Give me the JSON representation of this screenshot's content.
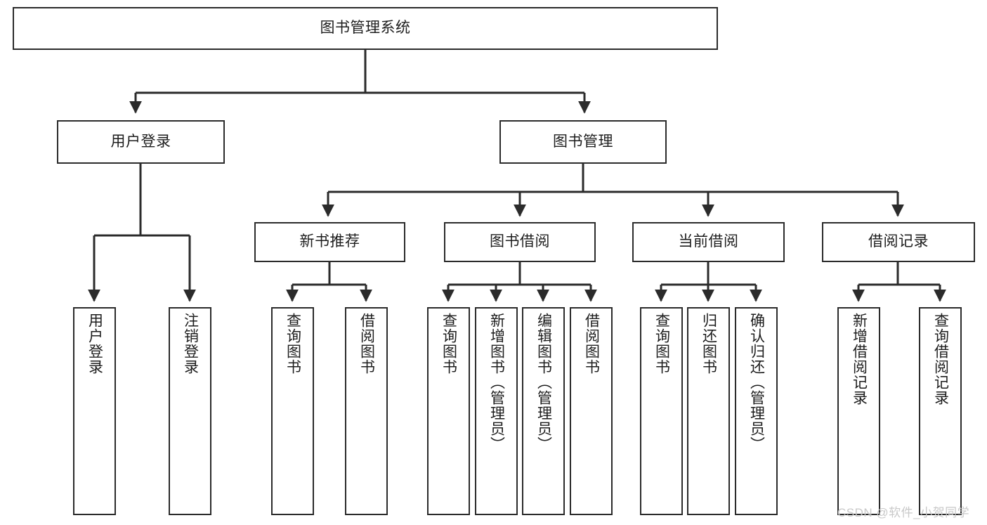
{
  "diagram": {
    "type": "hierarchy-tree",
    "title": "图书管理系统",
    "orientation": "top-down",
    "levels": 3,
    "root": {
      "id": "root",
      "label": "图书管理系统"
    },
    "level1": [
      {
        "id": "user-login",
        "label": "用户登录"
      },
      {
        "id": "book-management",
        "label": "图书管理"
      }
    ],
    "level2": [
      {
        "id": "new-book-recommend",
        "label": "新书推荐",
        "parent": "book-management"
      },
      {
        "id": "book-borrow",
        "label": "图书借阅",
        "parent": "book-management"
      },
      {
        "id": "current-borrow",
        "label": "当前借阅",
        "parent": "book-management"
      },
      {
        "id": "borrow-record",
        "label": "借阅记录",
        "parent": "book-management"
      }
    ],
    "leaves": [
      {
        "id": "leaf-user-login",
        "label": "用户登录",
        "parent": "user-login"
      },
      {
        "id": "leaf-logout-login",
        "label": "注销登录",
        "parent": "user-login"
      },
      {
        "id": "leaf-query-book-1",
        "label": "查询图书",
        "parent": "new-book-recommend"
      },
      {
        "id": "leaf-borrow-book-1",
        "label": "借阅图书",
        "parent": "new-book-recommend"
      },
      {
        "id": "leaf-query-book-2",
        "label": "查询图书",
        "parent": "book-borrow"
      },
      {
        "id": "leaf-add-book",
        "label": "新增图书（管理员）",
        "parent": "book-borrow"
      },
      {
        "id": "leaf-edit-book",
        "label": "编辑图书（管理员）",
        "parent": "book-borrow"
      },
      {
        "id": "leaf-borrow-book-2",
        "label": "借阅图书",
        "parent": "book-borrow"
      },
      {
        "id": "leaf-query-book-3",
        "label": "查询图书",
        "parent": "current-borrow"
      },
      {
        "id": "leaf-return-book",
        "label": "归还图书",
        "parent": "current-borrow"
      },
      {
        "id": "leaf-confirm-return",
        "label": "确认归还（管理员）",
        "parent": "current-borrow"
      },
      {
        "id": "leaf-add-record",
        "label": "新增借阅记录",
        "parent": "borrow-record"
      },
      {
        "id": "leaf-query-record",
        "label": "查询借阅记录",
        "parent": "borrow-record"
      }
    ],
    "colors": {
      "box_border": "#2b2b2b",
      "box_fill": "#ffffff",
      "connector": "#2b2b2b",
      "text": "#1d1d1d",
      "background": "#ffffff",
      "watermark": "#c9c9c9"
    }
  },
  "watermark": {
    "text": "CSDN @软件_小贺同学"
  }
}
